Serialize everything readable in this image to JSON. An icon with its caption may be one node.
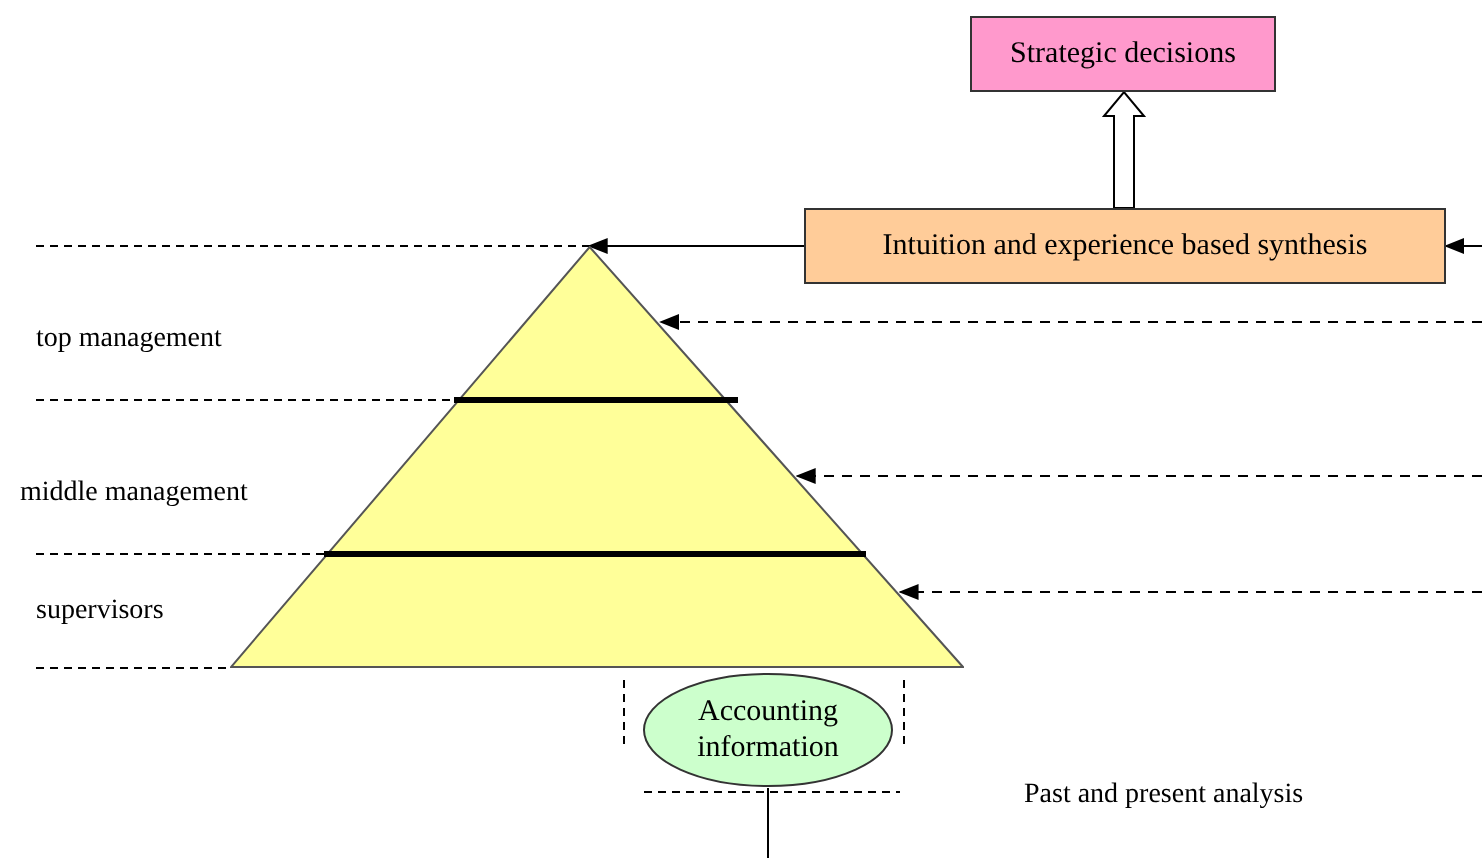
{
  "diagram": {
    "nodes": [
      {
        "text": [
          "Strategic decisions"
        ]
      },
      {
        "text": [
          "Intuition and experience based synthesis"
        ]
      },
      {
        "text": [],
        "shape": "triangle"
      },
      {
        "text": [
          "Accounting information"
        ]
      }
    ],
    "edges": [
      {
        "from": 1,
        "to": 0,
        "arrow": "to",
        "style": "thick"
      },
      {
        "from": 1,
        "to": 2,
        "arrow": "to"
      },
      {
        "from": null,
        "to": 1,
        "arrow": "to"
      },
      {
        "from": null,
        "to": 2,
        "arrow": "to",
        "style": "dashed"
      },
      {
        "from": null,
        "to": 2,
        "arrow": "to",
        "style": "dashed"
      },
      {
        "from": null,
        "to": 2,
        "arrow": "to",
        "style": "dashed"
      },
      {
        "from": 3,
        "to": null,
        "arrow": "none"
      }
    ],
    "labels": [
      "top management",
      "middle management",
      "supervisors",
      "Past and present analysis"
    ]
  }
}
